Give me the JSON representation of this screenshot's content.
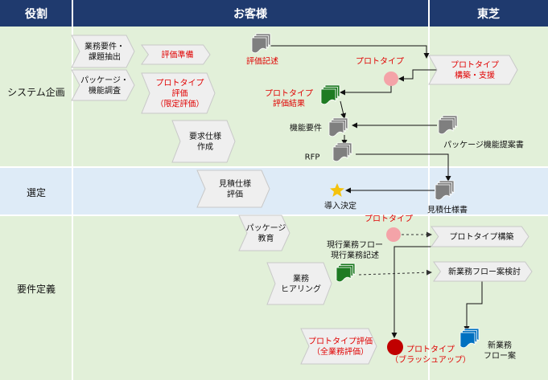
{
  "header": {
    "role": "役割",
    "customer": "お客様",
    "toshiba": "東芝"
  },
  "phases": {
    "system_planning": "システム企画",
    "selection": "選定",
    "requirements": "要件定義"
  },
  "steps": {
    "business_requirements": [
      "業務要件・",
      "課題抽出"
    ],
    "evaluation_prep": [
      "評価準備"
    ],
    "package_research": [
      "パッケージ・",
      "機能調査"
    ],
    "prototype_eval_limited": [
      "プロトタイプ",
      "評価",
      "（限定評価）"
    ],
    "requirement_spec": [
      "要求仕様",
      "作成"
    ],
    "estimate_eval": [
      "見積仕様",
      "評価"
    ],
    "package_education": [
      "パッケージ",
      "教育"
    ],
    "business_hearing": [
      "業務",
      "ヒアリング"
    ],
    "prototype_eval_all": [
      "プロトタイプ評価",
      "（全業務評価）"
    ],
    "prototype_build_support": [
      "プロトタイプ",
      "構築・支援"
    ],
    "prototype_build": [
      "プロトタイプ構築"
    ],
    "new_flow_review": [
      "新業務フロー案検討"
    ]
  },
  "artifacts": {
    "eval_record": [
      "評価記述"
    ],
    "prototype_result": [
      "プロトタイプ",
      "評価結果"
    ],
    "function_requirements": [
      "機能要件"
    ],
    "rfp": [
      "RFP"
    ],
    "package_function_proposal": [
      "パッケージ機能提案書"
    ],
    "estimate_spec": [
      "見積仕様書"
    ],
    "current_flow": [
      "現行業務フロー",
      "現行業務記述"
    ],
    "new_flow": [
      "新業務",
      "フロー案"
    ]
  },
  "markers": {
    "prototype_1": "プロトタイプ",
    "prototype_2": "プロトタイプ",
    "prototype_3": [
      "プロトタイプ",
      "（ブラッシュアップ）"
    ],
    "decision": "導入決定"
  },
  "colors": {
    "header_bg": "#1F3A6E",
    "header_text": "#FFFFFF",
    "lane_green": "#E2F0D9",
    "lane_blue": "#DEEBF7",
    "step_fill": "#EFEFEF",
    "red_text": "#E00000",
    "doc_gray": "#7F7F7F",
    "doc_green": "#1E7B22",
    "doc_blue": "#0070C0",
    "pink_circle": "#F4A3A8",
    "dark_red_circle": "#C00000",
    "star": "#F4C20D"
  }
}
